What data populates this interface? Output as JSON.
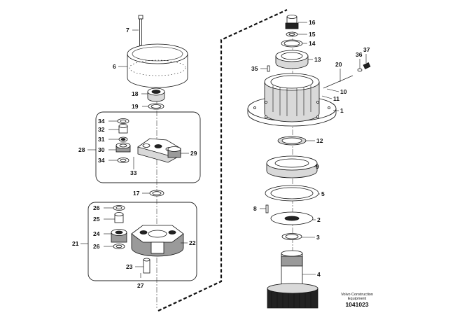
{
  "labels": {
    "l1": "1",
    "l2": "2",
    "l3": "3",
    "l4": "4",
    "l5": "5",
    "l6": "6",
    "l7": "7",
    "l8": "8",
    "l9": "9",
    "l10": "10",
    "l11": "11",
    "l12": "12",
    "l13": "13",
    "l14": "14",
    "l15": "15",
    "l16": "16",
    "l17": "17",
    "l18": "18",
    "l19": "19",
    "l20": "20",
    "l21": "21",
    "l22": "22",
    "l23": "23",
    "l24": "24",
    "l25": "25",
    "l26a": "26",
    "l26b": "26",
    "l27": "27",
    "l28": "28",
    "l29": "29",
    "l30": "30",
    "l31": "31",
    "l32": "32",
    "l33": "33",
    "l34a": "34",
    "l34b": "34",
    "l35": "35",
    "l36": "36",
    "l37": "37"
  },
  "footer": {
    "brand_line1": "Volvo Construction",
    "brand_line2": "Equipment",
    "doc_number": "1041023"
  }
}
